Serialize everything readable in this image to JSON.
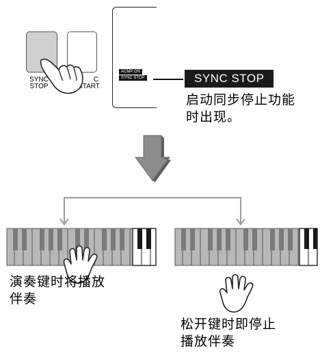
{
  "buttons": {
    "sync_stop_line1": "SYNC",
    "sync_stop_line2": "STOP",
    "sync_start_line1": "C",
    "sync_start_line2": "START"
  },
  "display": {
    "acmp_on": "ACMP ON",
    "sync_stop_small": "SYNC STOP",
    "sync_stop_badge": "SYNC STOP",
    "caption_line1": "启动同步停止功能",
    "caption_line2": "时出现。"
  },
  "left_panel": {
    "caption_line1": "演奏键时将播放",
    "caption_line2": "伴奏"
  },
  "right_panel": {
    "caption_line1": "松开键时即停止",
    "caption_line2": "播放伴奏"
  },
  "colors": {
    "button_fill": "#d0d0d0",
    "arrow_fill": "#8c8c8c",
    "keyboard_key": "#b8b8b8",
    "black_key": "#1a1a1a",
    "connector": "#9a9a9a"
  },
  "icons": [
    "pointing-hand-icon",
    "open-hand-icon",
    "down-arrow-icon"
  ]
}
